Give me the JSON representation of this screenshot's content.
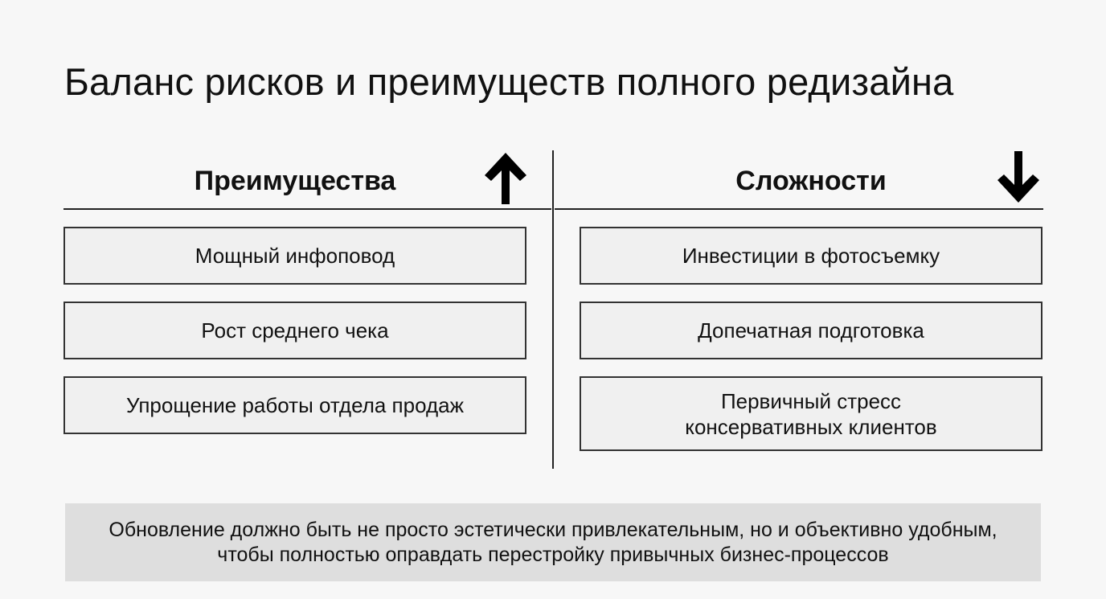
{
  "title": "Баланс рисков и преимуществ полного редизайна",
  "advantages": {
    "header": "Преимущества",
    "arrow_icon": "arrow-up-icon",
    "items": [
      "Мощный инфоповод",
      "Рост среднего чека",
      "Упрощение работы отдела продаж"
    ]
  },
  "challenges": {
    "header": "Сложности",
    "arrow_icon": "arrow-down-icon",
    "items": [
      "Инвестиции в фотосъемку",
      "Допечатная подготовка",
      "Первичный стресс консервативных клиентов"
    ]
  },
  "note": "Обновление должно быть не просто эстетически привлекательным, но и объективно удобным, чтобы полностью оправдать перестройку привычных бизнес-процессов",
  "colors": {
    "background": "#f7f7f7",
    "box_fill": "#f0f0f0",
    "note_fill": "#dedede",
    "line": "#222222"
  }
}
